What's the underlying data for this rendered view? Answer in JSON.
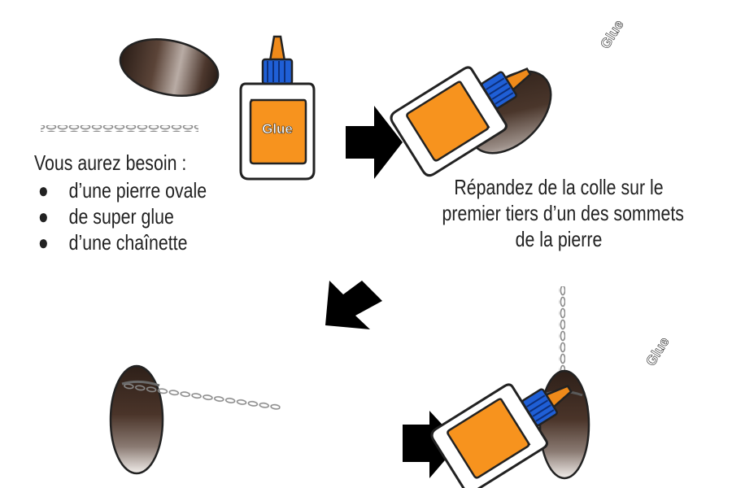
{
  "supplies": {
    "heading": "Vous aurez besoin :",
    "bullet": "●",
    "items": [
      "d’une pierre ovale",
      "de super glue",
      "d’une chaînette"
    ]
  },
  "step2": {
    "lines": [
      "Répandez de la colle sur le",
      "premier tiers d’un des sommets",
      "de la pierre"
    ]
  },
  "glue_bottle_label": "Glue",
  "colors": {
    "glue_orange": "#f7931e",
    "cap_blue": "#1f5fd6",
    "nozzle_orange": "#ef8a1a",
    "stone_dark": "#3b2a22",
    "stone_light": "#efe9e4",
    "arrow": "#000000",
    "chain": "#7a7a7a"
  }
}
